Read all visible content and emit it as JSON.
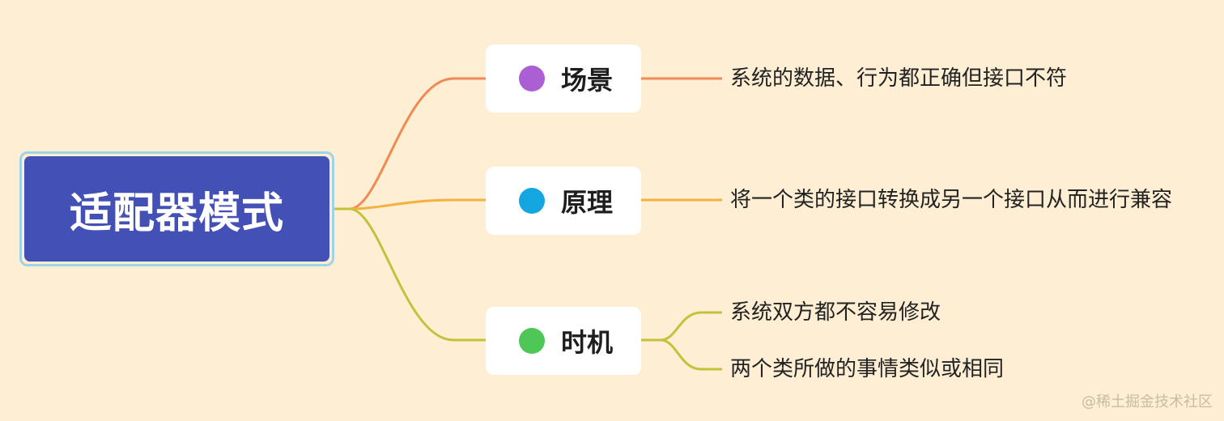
{
  "root": {
    "label": "适配器模式",
    "color": "#4350b5"
  },
  "branches": [
    {
      "label": "场景",
      "dot_color": "#ac5fd4",
      "line_color": "#f08a52",
      "leaves": [
        "系统的数据、行为都正确但接口不符"
      ]
    },
    {
      "label": "原理",
      "dot_color": "#13a6e0",
      "line_color": "#f5b03e",
      "leaves": [
        "将一个类的接口转换成另一个接口从而进行兼容"
      ]
    },
    {
      "label": "时机",
      "dot_color": "#4fc756",
      "line_color": "#c3c23a",
      "leaves": [
        "系统双方都不容易修改",
        "两个类所做的事情类似或相同"
      ]
    }
  ],
  "watermark": "@稀土掘金技术社区"
}
